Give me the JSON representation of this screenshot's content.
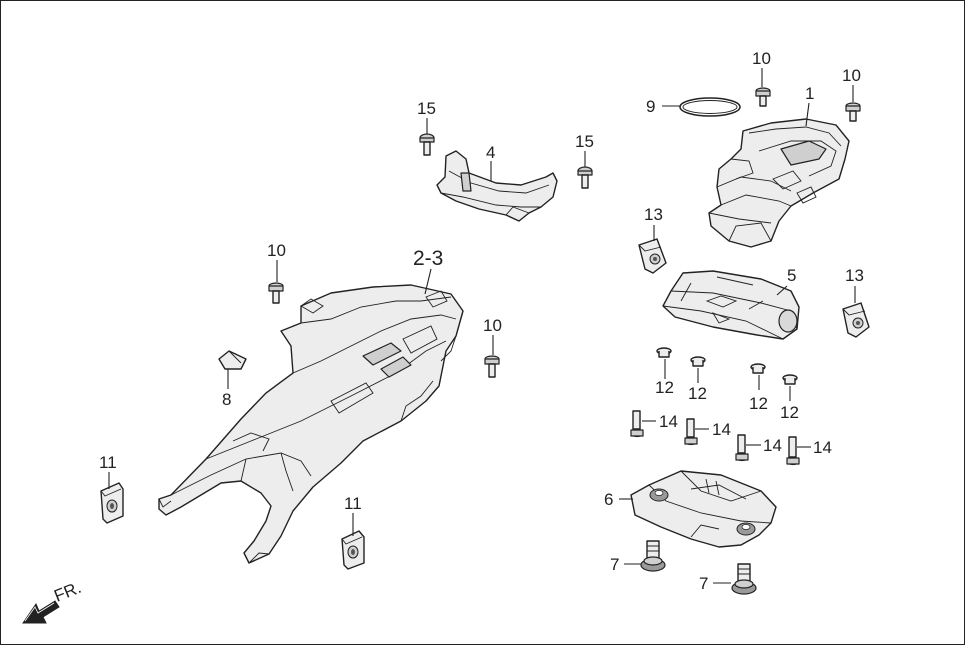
{
  "diagram": {
    "direction_label": "FR.",
    "callouts": {
      "c1": "1",
      "c2_3": "2-3",
      "c4": "4",
      "c5": "5",
      "c6": "6",
      "c7a": "7",
      "c7b": "7",
      "c8": "8",
      "c9": "9",
      "c10a": "10",
      "c10b": "10",
      "c10c": "10",
      "c10d": "10",
      "c11a": "11",
      "c11b": "11",
      "c12a": "12",
      "c12b": "12",
      "c12c": "12",
      "c12d": "12",
      "c13a": "13",
      "c13b": "13",
      "c14a": "14",
      "c14b": "14",
      "c14c": "14",
      "c14d": "14",
      "c15a": "15",
      "c15b": "15"
    }
  }
}
